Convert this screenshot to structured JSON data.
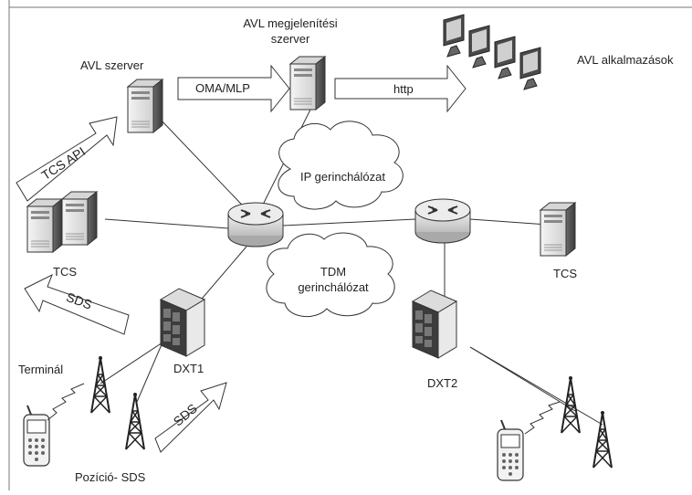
{
  "labels": {
    "avl_server": "AVL szerver",
    "avl_display_server_line1": "AVL megjelenítési",
    "avl_display_server_line2": "szerver",
    "avl_apps": "AVL alkalmazások",
    "oma_mlp": "OMA/MLP",
    "http": "http",
    "tcs_api": "TCS API",
    "ip_backbone": "IP gerinchálózat",
    "tdm_backbone_line1": "TDM",
    "tdm_backbone_line2": "gerinchálózat",
    "tcs_left": "TCS",
    "tcs_right": "TCS",
    "sds_left": "SDS",
    "sds_mid": "SDS",
    "terminal": "Terminál",
    "dxt1": "DXT1",
    "dxt2": "DXT2",
    "position_sds": "Pozíció- SDS"
  },
  "colors": {
    "stroke": "#333333",
    "server_light": "#e8e8e8",
    "server_dark": "#555555",
    "background": "#ffffff"
  },
  "icons": [
    "server-icon",
    "router-icon",
    "cloud-icon",
    "monitor-icon",
    "switch-cabinet-icon",
    "antenna-tower-icon",
    "mobile-phone-icon"
  ]
}
